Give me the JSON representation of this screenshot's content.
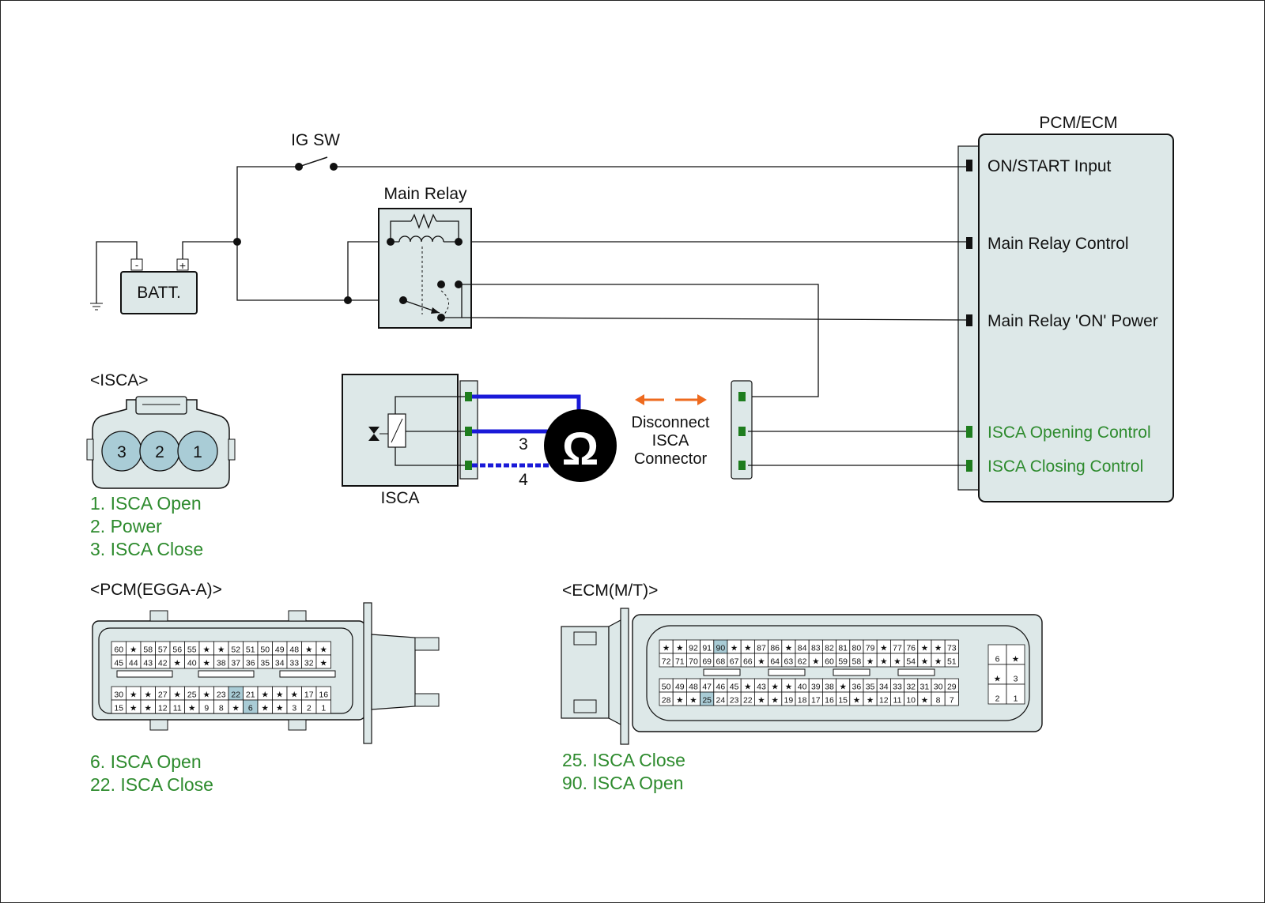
{
  "switch": {
    "label": "IG SW"
  },
  "relay": {
    "label": "Main Relay"
  },
  "battery": {
    "label": "BATT.",
    "neg": "-",
    "pos": "+"
  },
  "ecm": {
    "title": "PCM/ECM",
    "inputs": [
      {
        "label": "ON/START Input",
        "color": "#111111"
      },
      {
        "label": "Main Relay Control",
        "color": "#111111"
      },
      {
        "label": "Main Relay 'ON' Power",
        "color": "#111111"
      },
      {
        "label": "ISCA Opening Control",
        "color": "#2e8b2e"
      },
      {
        "label": "ISCA Closing Control",
        "color": "#2e8b2e"
      }
    ]
  },
  "isca_component": {
    "label": "ISCA",
    "wire_labels": [
      "3",
      "4"
    ],
    "meter_symbol": "Ω"
  },
  "disconnect": {
    "line1": "Disconnect",
    "line2": "ISCA",
    "line3": "Connector",
    "arrow_color": "#ee6a1e"
  },
  "isca_connector": {
    "title": "<ISCA>",
    "pins": [
      "3",
      "2",
      "1"
    ],
    "legend": [
      "1. ISCA Open",
      "2. Power",
      "3. ISCA Close"
    ]
  },
  "pcm_connector": {
    "title": "<PCM(EGGA-A)>",
    "rows": [
      [
        "60",
        "★",
        "58",
        "57",
        "56",
        "55",
        "★",
        "★",
        "52",
        "51",
        "50",
        "49",
        "48",
        "★",
        "★"
      ],
      [
        "45",
        "44",
        "43",
        "42",
        "★",
        "40",
        "★",
        "38",
        "37",
        "36",
        "35",
        "34",
        "33",
        "32",
        "★"
      ],
      [
        "30",
        "★",
        "★",
        "27",
        "★",
        "25",
        "★",
        "23",
        "22",
        "21",
        "★",
        "★",
        "★",
        "17",
        "16"
      ],
      [
        "15",
        "★",
        "★",
        "12",
        "11",
        "★",
        "9",
        "8",
        "★",
        "6",
        "★",
        "★",
        "3",
        "2",
        "1"
      ]
    ],
    "highlight": [
      "22",
      "6"
    ],
    "legend": [
      "6. ISCA Open",
      "22. ISCA Close"
    ]
  },
  "ecm_connector": {
    "title": "<ECM(M/T)>",
    "rows": [
      [
        "★",
        "★",
        "92",
        "91",
        "90",
        "★",
        "★",
        "87",
        "86",
        "★",
        "84",
        "83",
        "82",
        "81",
        "80",
        "79",
        "★",
        "77",
        "76",
        "★",
        "★",
        "73"
      ],
      [
        "72",
        "71",
        "70",
        "69",
        "68",
        "67",
        "66",
        "★",
        "64",
        "63",
        "62",
        "★",
        "60",
        "59",
        "58",
        "★",
        "★",
        "★",
        "54",
        "★",
        "★",
        "51"
      ],
      [
        "50",
        "49",
        "48",
        "47",
        "46",
        "45",
        "★",
        "43",
        "★",
        "★",
        "40",
        "39",
        "38",
        "★",
        "36",
        "35",
        "34",
        "33",
        "32",
        "31",
        "30",
        "29"
      ],
      [
        "28",
        "★",
        "★",
        "25",
        "24",
        "23",
        "22",
        "★",
        "★",
        "19",
        "18",
        "17",
        "16",
        "15",
        "★",
        "★",
        "12",
        "11",
        "10",
        "★",
        "8",
        "7"
      ]
    ],
    "side_grid": [
      [
        "6",
        "★"
      ],
      [
        "★",
        "3"
      ],
      [
        "2",
        "1"
      ]
    ],
    "highlight": [
      "90",
      "25"
    ],
    "legend": [
      "25. ISCA Close",
      "90. ISCA Open"
    ]
  }
}
